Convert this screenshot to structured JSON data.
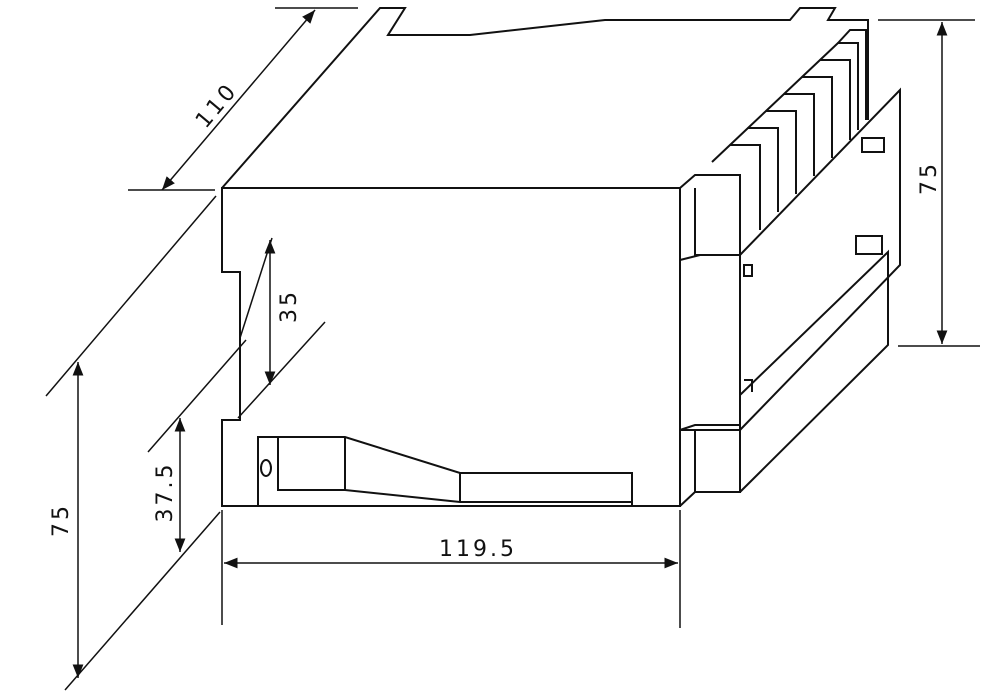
{
  "title": "Dimension drawing",
  "dimensions": {
    "depth": "110",
    "height_right": "75",
    "rail_width": "35",
    "rail_offset": "37.5",
    "height_left": "75",
    "width": "119.5"
  },
  "colors": {
    "line": "#111111",
    "background": "#ffffff"
  }
}
